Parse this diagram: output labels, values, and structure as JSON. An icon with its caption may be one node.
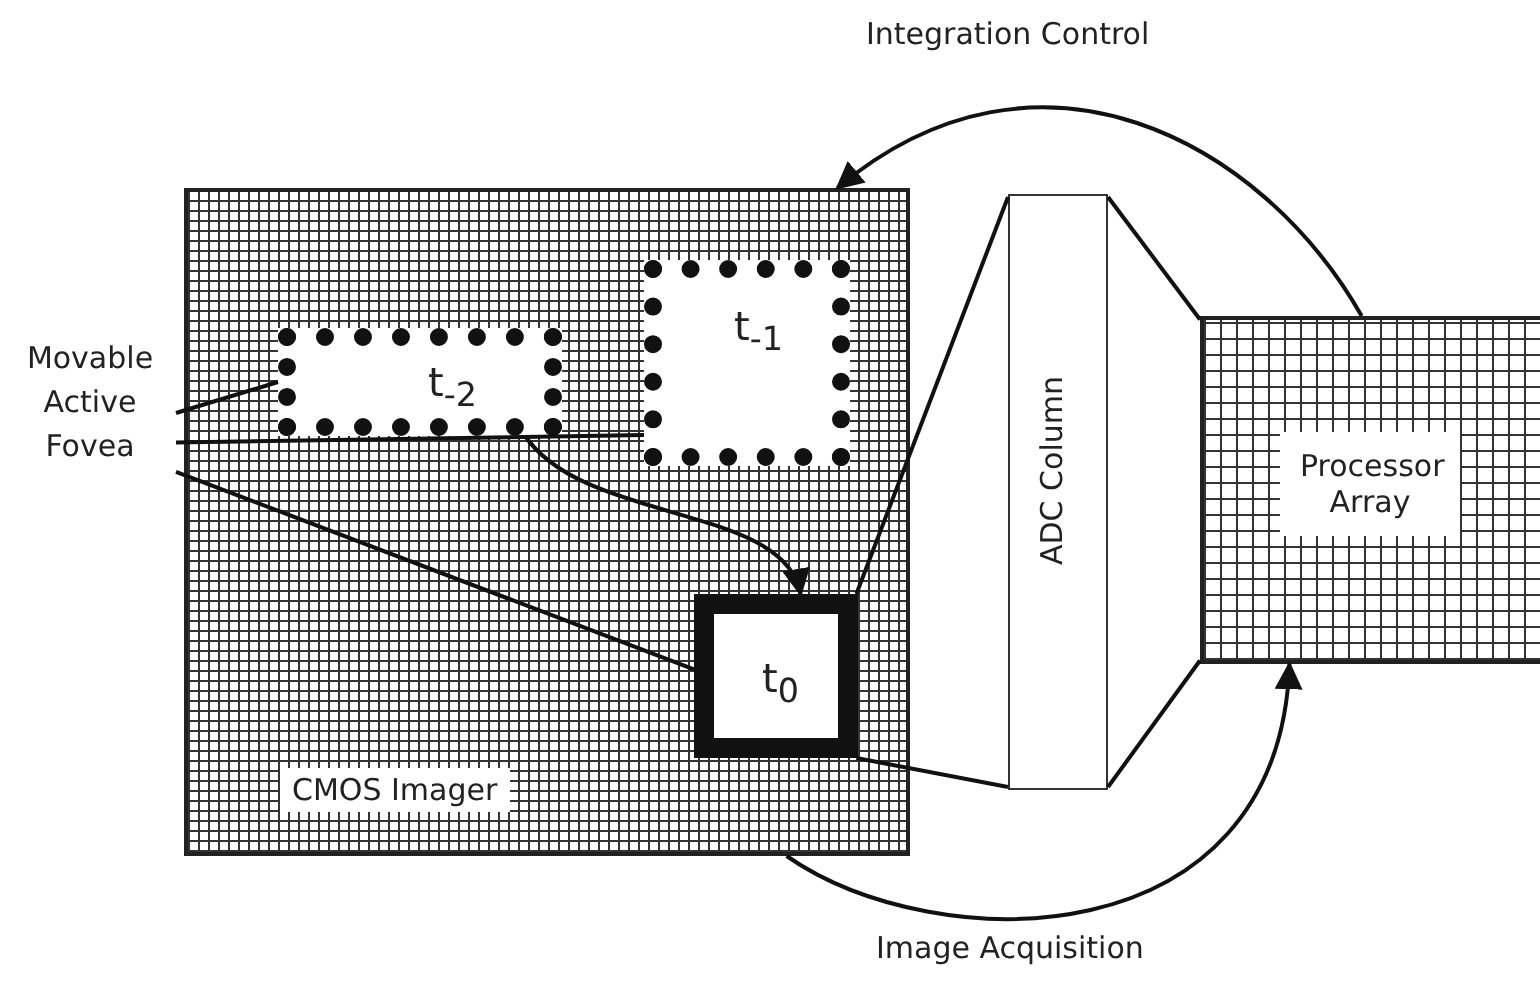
{
  "diagram": {
    "nodes": [
      {
        "text": [
          "CMOS Imager"
        ]
      },
      {
        "text": [
          "t$_{-2}$"
        ],
        "in": 0
      },
      {
        "text": [
          "t$_{-1}$"
        ],
        "in": 0
      },
      {
        "text": [
          "t$_{0}$"
        ],
        "in": 0
      },
      {
        "text": [
          "ADC Column"
        ]
      },
      {
        "text": [
          "Processor Array"
        ]
      },
      {
        "text": [
          "Movable Active Fovea"
        ]
      }
    ],
    "edges": [
      {
        "from": 1,
        "to": 3,
        "arrow": "to"
      },
      {
        "from": 6,
        "to": 1,
        "arrow": "none"
      },
      {
        "from": 6,
        "to": 2,
        "arrow": "none"
      },
      {
        "from": 6,
        "to": 3,
        "arrow": "none"
      },
      {
        "from": 3,
        "to": 4,
        "arrow": "none"
      },
      {
        "from": 3,
        "to": 4,
        "arrow": "none"
      },
      {
        "from": 4,
        "to": 5,
        "arrow": "none"
      },
      {
        "from": 4,
        "to": 5,
        "arrow": "none"
      },
      {
        "from": 5,
        "to": 0,
        "arrow": "to",
        "label": "Integration Control"
      },
      {
        "from": 0,
        "to": 5,
        "arrow": "to",
        "label": "Image Acquisition"
      }
    ]
  }
}
